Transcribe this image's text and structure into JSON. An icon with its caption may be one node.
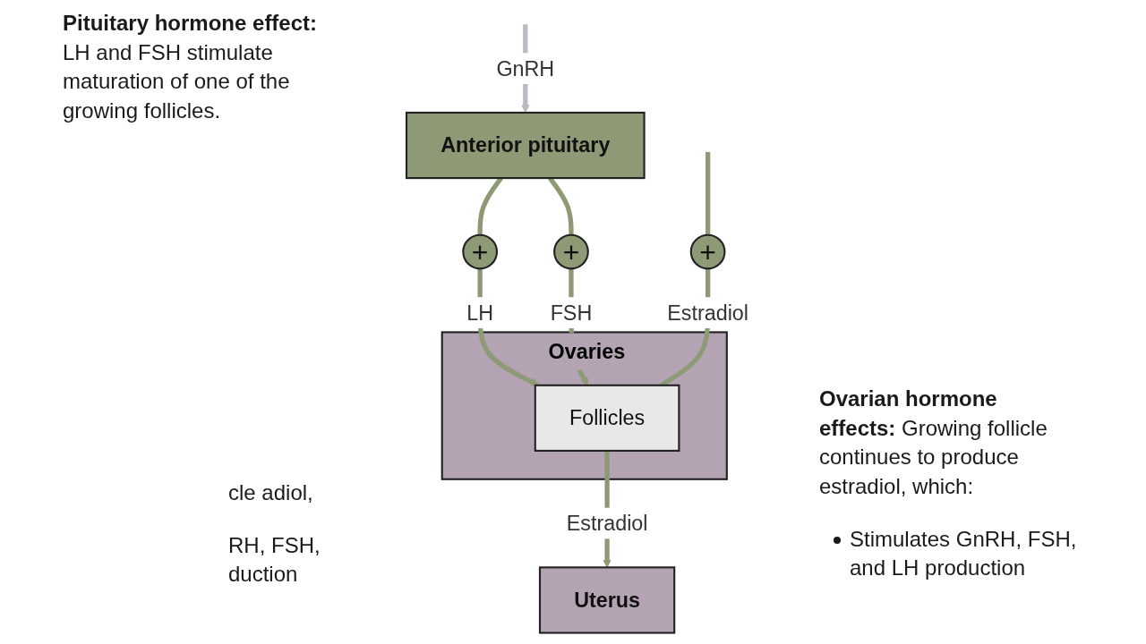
{
  "diagram": {
    "nodes": [
      {
        "text": [
          "+"
        ]
      },
      {
        "text": [
          "Anterior pituitary"
        ]
      },
      {
        "text": [
          "+"
        ]
      },
      {
        "text": [
          "+"
        ]
      },
      {
        "text": [
          "Ovaries"
        ]
      },
      {
        "text": [
          "Follicles"
        ],
        "in": 4
      },
      {
        "text": [
          "Uterus"
        ]
      }
    ],
    "edges": [
      {
        "from": null,
        "to": 1,
        "arrow": "to",
        "label": "GnRH",
        "color": "#bdb8c2"
      },
      {
        "from": 1,
        "to": 2,
        "arrow": "none"
      },
      {
        "from": 2,
        "to": 5,
        "arrow": "to",
        "label": "LH"
      },
      {
        "from": 1,
        "to": 3,
        "arrow": "none"
      },
      {
        "from": 3,
        "to": 5,
        "arrow": "to",
        "label": "FSH"
      },
      {
        "from": null,
        "to": 0,
        "arrow": "none"
      },
      {
        "from": 0,
        "to": 5,
        "arrow": "none",
        "label": "Estradiol"
      },
      {
        "from": 5,
        "to": 6,
        "arrow": "to",
        "label": "Estradiol"
      }
    ],
    "labels": [
      "**Pituitary hormone effect:** LH and FSH stimulate maturation of one of the growing follicles.",
      "cle adiol,",
      "RH, FSH, duction",
      "**Ovarian hormone effects:** Growing follicle continues to produce estradiol, which:",
      "Stimulates GnRH, FSH, and LH production"
    ]
  }
}
